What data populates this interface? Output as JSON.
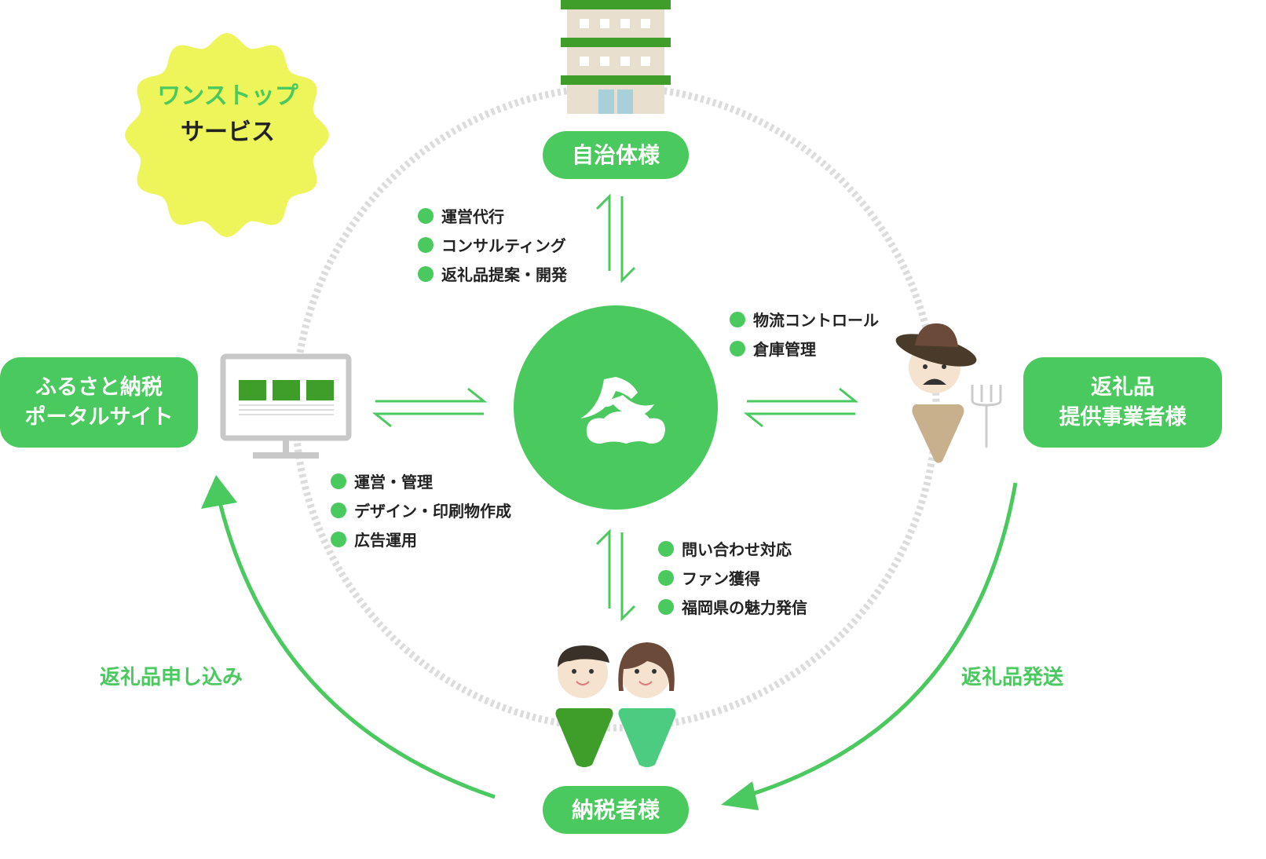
{
  "badge": {
    "line1": "ワンストップ",
    "line2": "サービス"
  },
  "nodes": {
    "municipality": "自治体様",
    "portal_line1": "ふるさと納税",
    "portal_line2": "ポータルサイト",
    "supplier_line1": "返礼品",
    "supplier_line2": "提供事業者様",
    "taxpayer": "納税者様"
  },
  "lists": {
    "municipality": [
      "運営代行",
      "コンサルティング",
      "返礼品提案・開発"
    ],
    "supplier": [
      "物流コントロール",
      "倉庫管理"
    ],
    "portal": [
      "運営・管理",
      "デザイン・印刷物作成",
      "広告運用"
    ],
    "taxpayer": [
      "問い合わせ対応",
      "ファン獲得",
      "福岡県の魅力発信"
    ]
  },
  "flows": {
    "apply": "返礼品申し込み",
    "ship": "返礼品発送"
  },
  "colors": {
    "green": "#4ac95e",
    "yellow": "#eef55a",
    "dark_green": "#3f9e2a"
  }
}
